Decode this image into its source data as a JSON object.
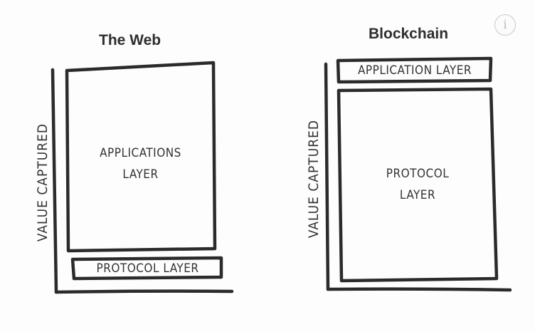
{
  "web": {
    "title": "The Web",
    "y_axis_label": "VALUE CAPTURED",
    "top_box": {
      "line1": "APPLICATIONS",
      "line2": "LAYER"
    },
    "bottom_box": {
      "label": "PROTOCOL LAYER"
    }
  },
  "blockchain": {
    "title": "Blockchain",
    "y_axis_label": "VALUE CAPTURED",
    "top_box": {
      "label": "APPLICATION LAYER"
    },
    "bottom_box": {
      "line1": "PROTOCOL",
      "line2": "LAYER"
    }
  },
  "info_button": {
    "icon": "info-icon",
    "glyph": "i"
  },
  "colors": {
    "ink": "#2b2b2b",
    "background": "#fdfdfd"
  }
}
